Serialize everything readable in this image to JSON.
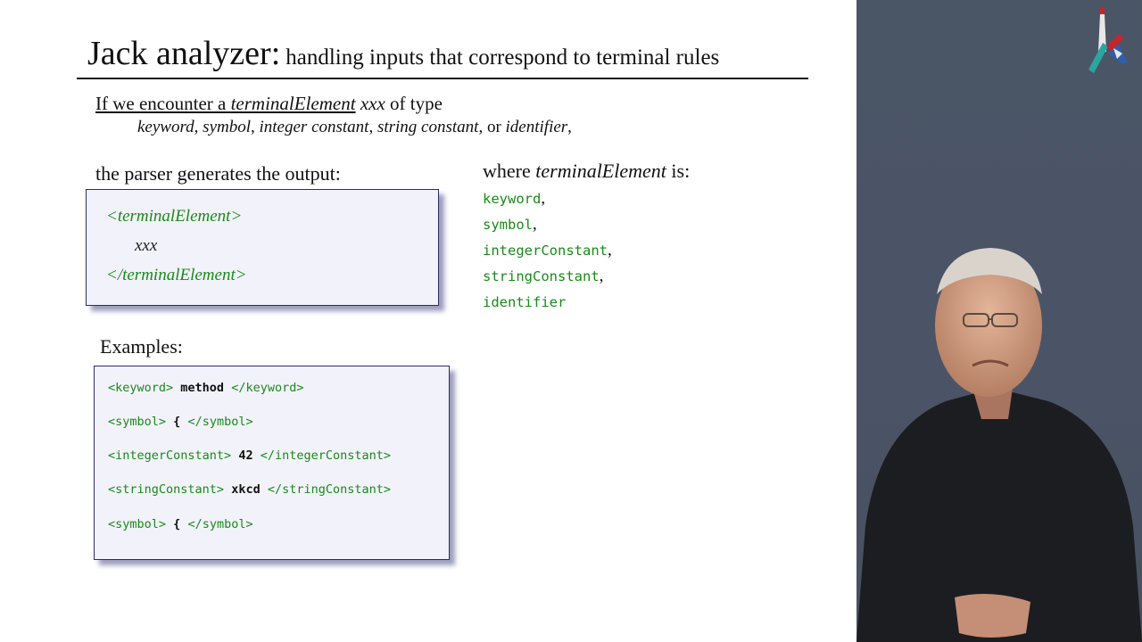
{
  "slide": {
    "title_main": "Jack analyzer:",
    "title_sub": "handling inputs that correspond to terminal rules",
    "intro": {
      "pre": "If we encounter  a ",
      "term": "terminalElement",
      "var": "xxx",
      "post": " of type",
      "types": [
        "keyword",
        "symbol",
        "integer constant",
        "string constant",
        "identifier"
      ],
      "sep1": ", ",
      "sep_or": ", or ",
      "end": ","
    },
    "parser_label": "the parser generates the output:",
    "output_box": {
      "open_tag": "<terminalElement>",
      "value": "xxx",
      "close_tag": "</terminalElement>"
    },
    "where": {
      "pre": "where ",
      "term": "terminalElement",
      "post": " is:",
      "items": [
        "keyword",
        "symbol",
        "integerConstant",
        "stringConstant",
        "identifier"
      ],
      "comma": ","
    },
    "examples_label": "Examples:",
    "examples": [
      {
        "open": "<keyword>",
        "value": "method",
        "close": "</keyword>"
      },
      {
        "open": "<symbol>",
        "value": "{",
        "close": "</symbol>"
      },
      {
        "open": "<integerConstant>",
        "value": "42",
        "close": "</integerConstant>"
      },
      {
        "open": "<stringConstant>",
        "value": "xkcd",
        "close": "</stringConstant>"
      },
      {
        "open": "<symbol>",
        "value": "{",
        "close": "</symbol>"
      }
    ]
  },
  "colors": {
    "keyword_green": "#1a8a1a",
    "box_bg": "#f2f2fa",
    "box_border": "#2b2b6e",
    "panel_bg": "#4a5566"
  },
  "video_panel": {
    "logo": "logo-mark",
    "presenter": "presenter-video"
  }
}
